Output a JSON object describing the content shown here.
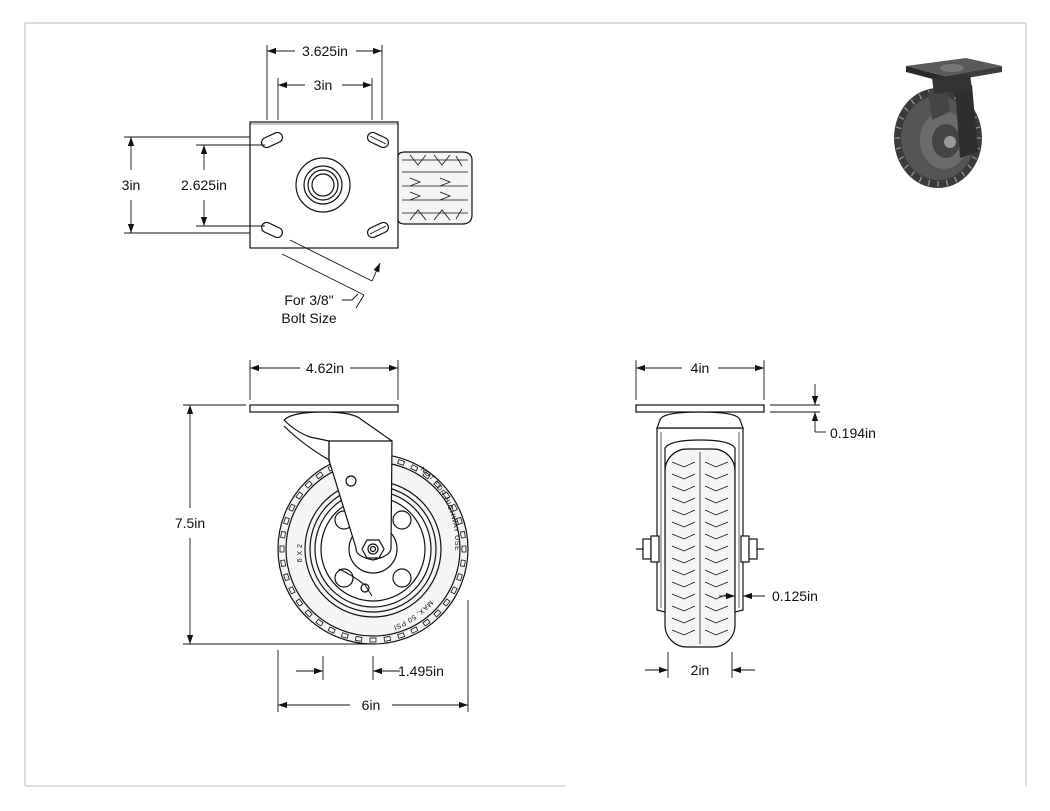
{
  "dimensions": {
    "top_width_outer": "3.625in",
    "top_width_inner": "3in",
    "top_height_outer": "3in",
    "top_height_inner": "2.625in",
    "bolt_note_line1": "For 3/8\"",
    "bolt_note_line2": "Bolt Size",
    "plate_width": "4.62in",
    "overall_height": "7.5in",
    "offset": "1.495in",
    "wheel_diameter": "6in",
    "side_plate_width": "4in",
    "plate_thickness": "0.194in",
    "wheel_clearance": "0.125in",
    "wheel_width": "2in"
  },
  "tire_text": {
    "warning": "NOT FOR HIGHWAY USE",
    "size": "6 X 2",
    "pressure": "MAX. 50 PSI"
  },
  "colors": {
    "line": "#111111",
    "rubber": "#f2f2f2",
    "render_dark": "#3a3a3a",
    "render_mid": "#6b6b6b"
  }
}
